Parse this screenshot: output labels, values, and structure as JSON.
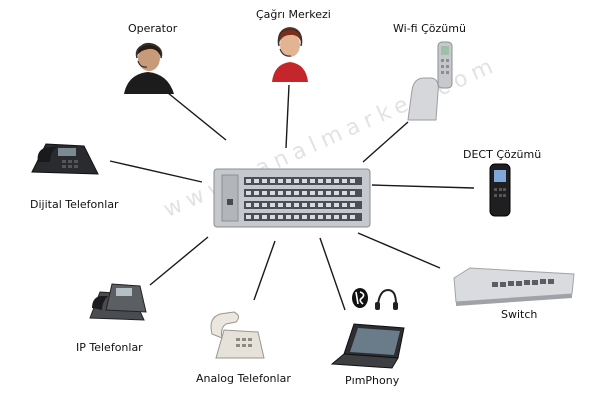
{
  "nodes": {
    "operator": "Operator",
    "cagri_merkezi": "Çağrı Merkezi",
    "wifi": "Wi-fi Çözümü",
    "dect": "DECT Çözümü",
    "dijital": "Dijital Telefonlar",
    "switch": "Switch",
    "ip": "IP Telefonlar",
    "analog": "Analog Telefonlar",
    "pimphony": "PımPhony"
  },
  "watermark": "www.sanalmarket.com",
  "colors": {
    "line": "#1a1a1a",
    "device": "#c9ccd0",
    "label": "#111111"
  }
}
